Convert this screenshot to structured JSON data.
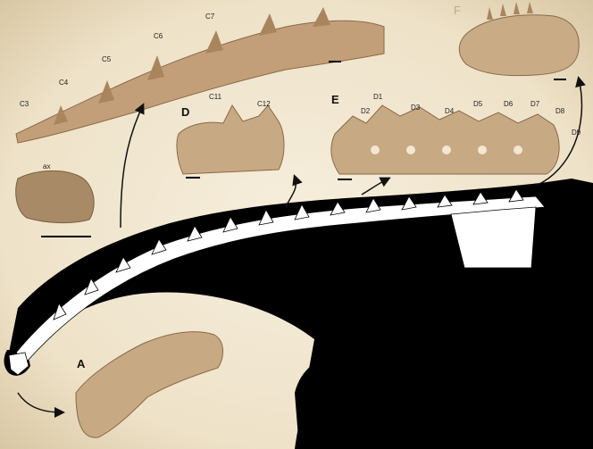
{
  "figure": {
    "panels": {
      "A": "A",
      "D": "D",
      "E": "E",
      "F": "F"
    },
    "cervical_labels": [
      "C3",
      "C4",
      "C5",
      "C6",
      "C7"
    ],
    "posterior_cervical_labels": [
      "C11",
      "C12"
    ],
    "dorsal_labels": [
      "D1",
      "D2",
      "D3",
      "D4",
      "D5",
      "D6",
      "D7",
      "D8",
      "D9"
    ],
    "axis_label": "ax",
    "colors": {
      "background": "#f1e7d2",
      "silhouette": "#000000",
      "bone": "#c29f78",
      "bone_dark": "#8a6a48",
      "skeleton_fill": "#ffffff"
    }
  }
}
